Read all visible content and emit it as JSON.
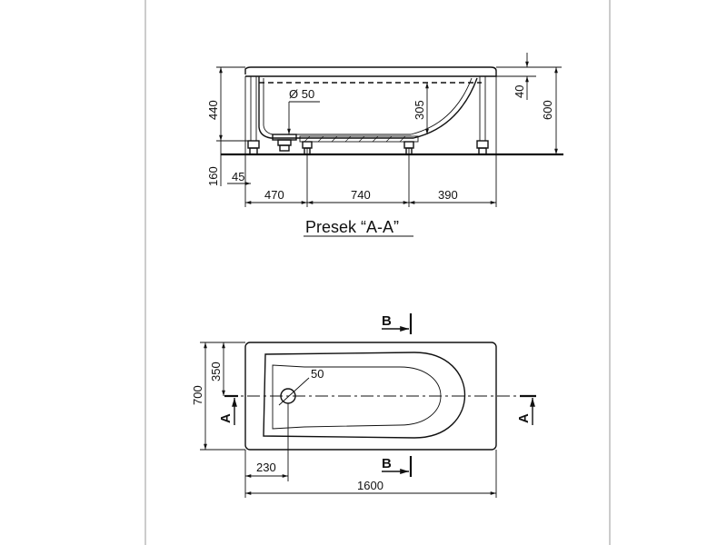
{
  "section_view": {
    "caption": "Presek “A-A”",
    "dims": {
      "overall_height": "600",
      "rim": "40",
      "inner_depth": "305",
      "left_height": "440",
      "bottom_gap": "160",
      "leg_offset": "45",
      "drain_diameter": "Ø 50",
      "seg_left": "470",
      "seg_mid": "740",
      "seg_right": "390"
    }
  },
  "plan_view": {
    "dims": {
      "width": "700",
      "half_width": "350",
      "drain": "50",
      "drain_offset": "230",
      "length": "1600"
    },
    "cut_labels": {
      "b_top": "B",
      "b_bottom": "B",
      "a_left": "A",
      "a_right": "A"
    }
  }
}
